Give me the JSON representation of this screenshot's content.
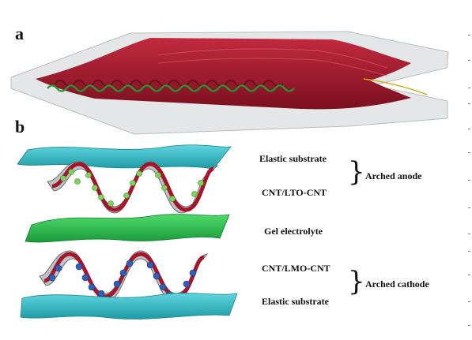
{
  "panels": {
    "a": "a",
    "b": "b"
  },
  "labels": {
    "elastic_substrate_top": "Elastic substrate",
    "cnt_lto": "CNT/LTO-CNT",
    "arched_anode": "Arched anode",
    "gel_electrolyte": "Gel electrolyte",
    "cnt_lmo": "CNT/LMO-CNT",
    "arched_cathode": "Arched cathode",
    "elastic_substrate_bottom": "Elastic substrate"
  },
  "colors": {
    "substrate": "#3fc0cc",
    "electrolyte": "#2fbf4f",
    "cnt_layer": "#a5162b",
    "sheet": "#cfd3d6",
    "lto_particle": "#7fd35a",
    "lmo_particle": "#2f5fb8"
  }
}
